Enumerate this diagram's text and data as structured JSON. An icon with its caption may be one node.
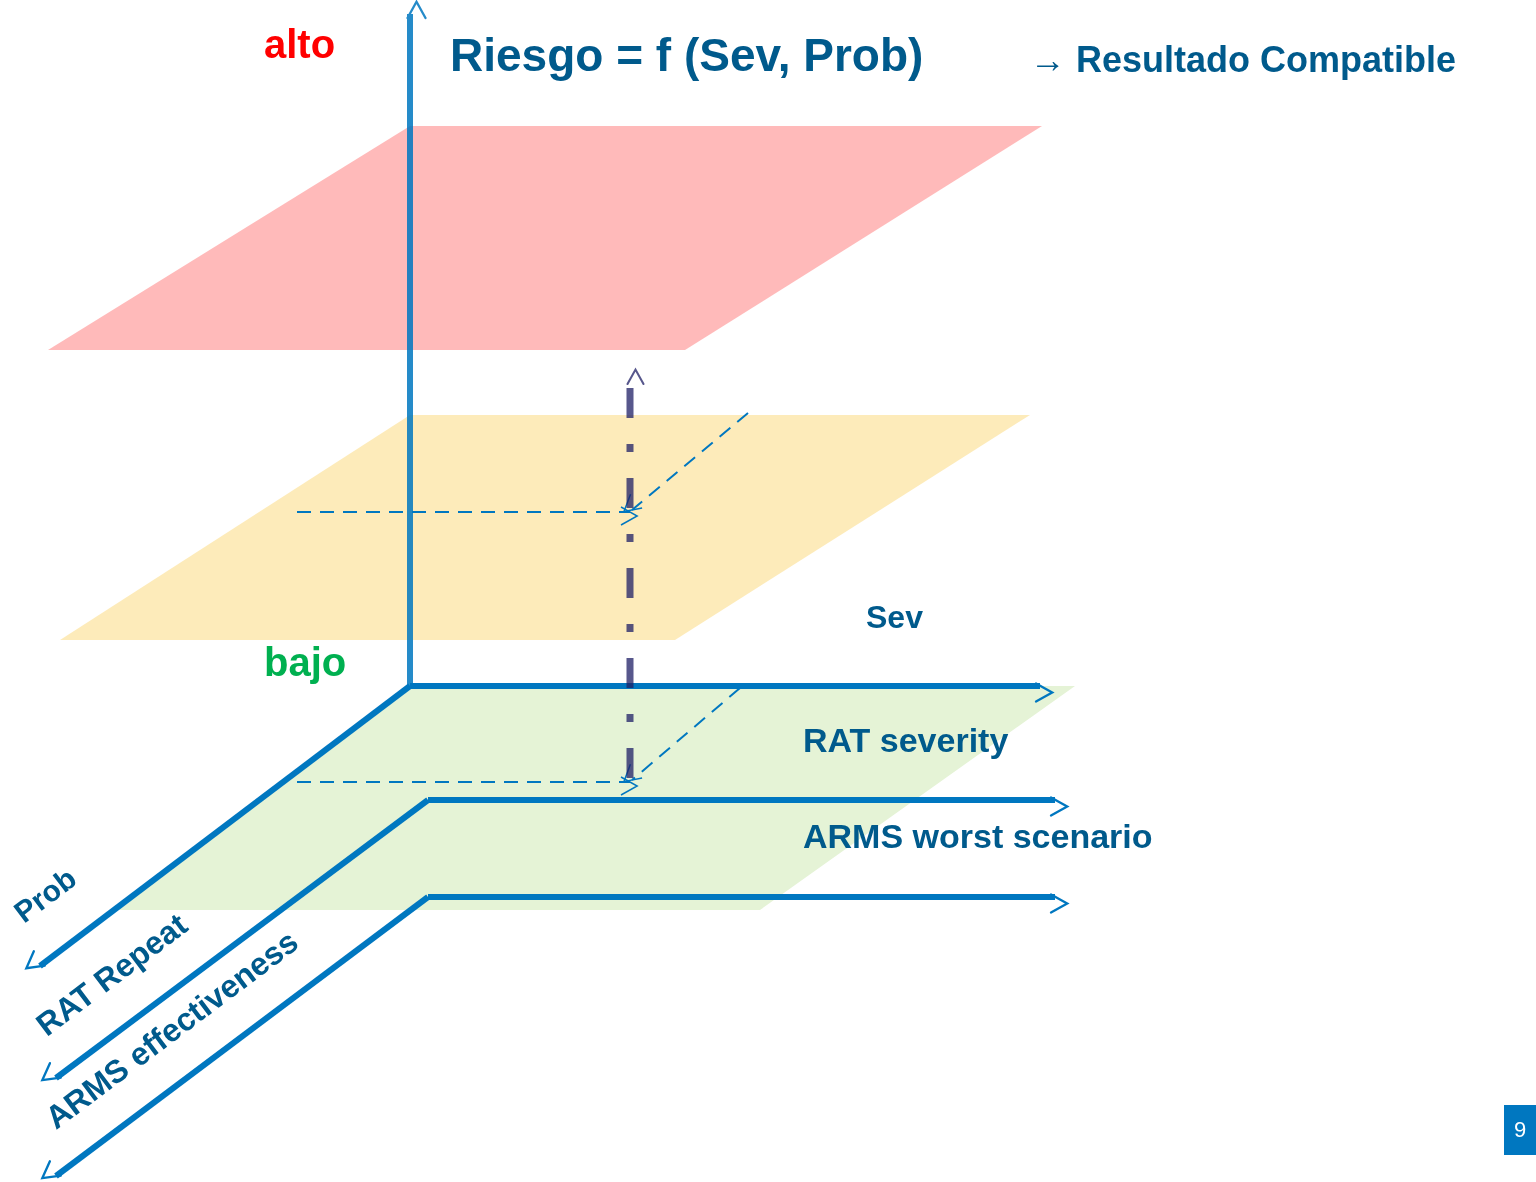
{
  "diagram": {
    "title": "Riesgo = f (Sev, Prob)",
    "labels": [
      "→ Resultado Compatible",
      "alto",
      "bajo",
      "Sev",
      "RAT severity",
      "ARMS worst scenario",
      "Prob",
      "RAT Repeat",
      "ARMS effectiveness",
      "9"
    ]
  }
}
